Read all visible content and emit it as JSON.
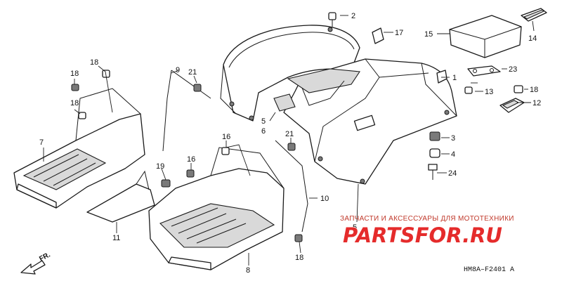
{
  "diagram": {
    "callouts": {
      "c1": "1",
      "c2": "2",
      "c3": "3",
      "c4": "4",
      "c5a": "5",
      "c5b": "5",
      "c6": "6",
      "c7": "7",
      "c8": "8",
      "c9": "9",
      "c10": "10",
      "c11": "11",
      "c12": "12",
      "c13": "13",
      "c14": "14",
      "c15": "15",
      "c16a": "16",
      "c16b": "16",
      "c17": "17",
      "c18a": "18",
      "c18b": "18",
      "c18c": "18",
      "c18d": "18",
      "c18e": "18",
      "c19": "19",
      "c21a": "21",
      "c21b": "21",
      "c23": "23",
      "c24": "24"
    },
    "front_arrow_label": "FR.",
    "drawing_code": "HM8A–F2401 A"
  },
  "watermark": {
    "subtitle": "ЗАПЧАСТИ И АКСЕССУАРЫ ДЛЯ МОТОТЕХНИКИ",
    "logo": "PARTSFOR.RU",
    "colors": {
      "logo": "#e52b2b",
      "subtitle": "#c0392b"
    }
  }
}
